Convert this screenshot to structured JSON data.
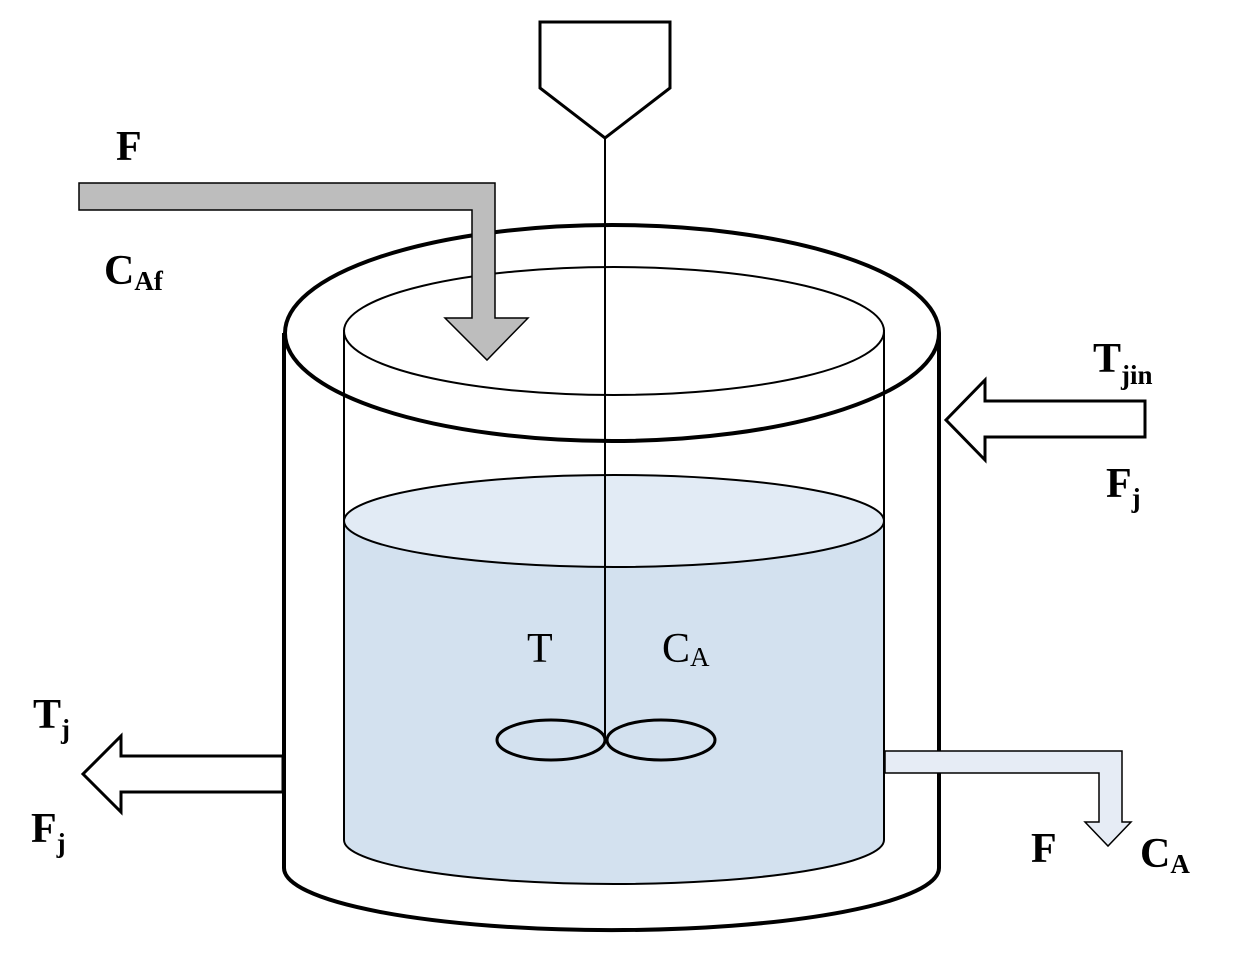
{
  "colors": {
    "liquid": "#d3e1ef",
    "liquid_surface": "#e2ebf5",
    "feed_pipe": "#bdbdbd",
    "outlet_pipe": "#e6ecf5",
    "outline": "#000000",
    "background": "#ffffff"
  },
  "labels": {
    "feed_flow": "F",
    "feed_conc_main": "C",
    "feed_conc_sub": "Af",
    "jacket_in_temp_main": "T",
    "jacket_in_temp_sub": "jin",
    "jacket_in_flow_main": "F",
    "jacket_in_flow_sub": "j",
    "jacket_out_temp_main": "T",
    "jacket_out_temp_sub": "j",
    "jacket_out_flow_main": "F",
    "jacket_out_flow_sub": "j",
    "reactor_temp": "T",
    "reactor_conc_main": "C",
    "reactor_conc_sub": "A",
    "outlet_flow": "F",
    "outlet_conc_main": "C",
    "outlet_conc_sub": "A"
  }
}
